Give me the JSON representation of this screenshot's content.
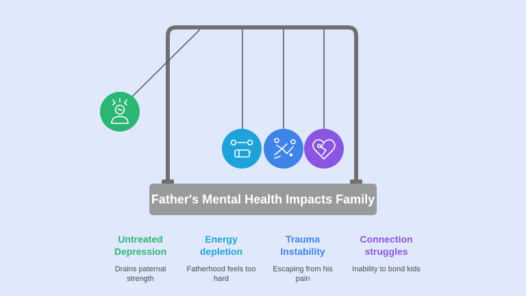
{
  "title": "Father's Mental Health Impacts Family",
  "colors": {
    "background": "#dfe9fb",
    "frame": "#707070",
    "banner": "#999a9c"
  },
  "items": [
    {
      "title": "Untreated Depression",
      "description": "Drains paternal strength",
      "color": "#2bb673",
      "icon": "stressed-person-icon"
    },
    {
      "title": "Energy depletion",
      "description": "Fatherhood feels too hard",
      "color": "#1ea3d9",
      "icon": "low-battery-icon"
    },
    {
      "title": "Trauma Instability",
      "description": "Escaping from his pain",
      "color": "#3d83e8",
      "icon": "falling-person-icon"
    },
    {
      "title": "Connection struggles",
      "description": "Inability to bond kids",
      "color": "#8a55e0",
      "icon": "broken-heart-icon"
    }
  ]
}
